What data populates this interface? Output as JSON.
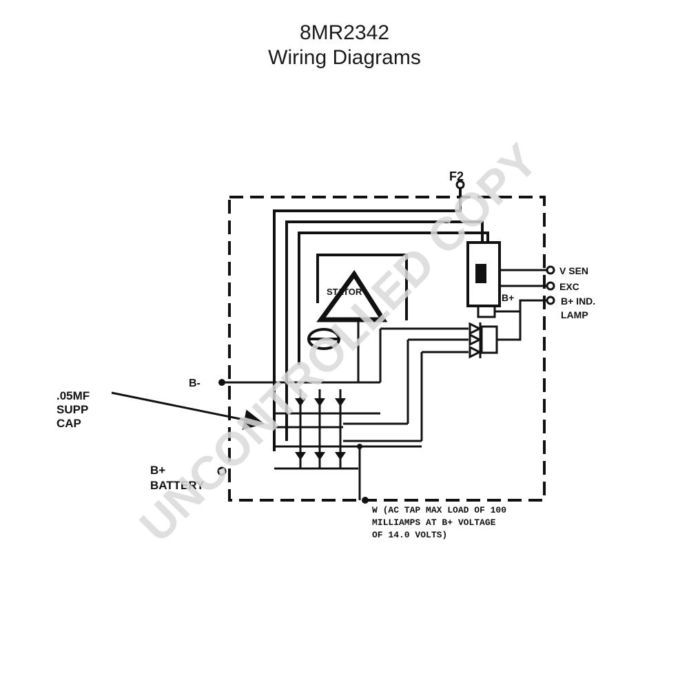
{
  "header": {
    "part_number": "8MR2342",
    "subtitle": "Wiring Diagrams"
  },
  "labels": {
    "f2": "F2",
    "v_sen": "V SEN",
    "exc": "EXC",
    "b_plus_right": "B+",
    "b_plus_ind": "B+ IND.",
    "lamp": "LAMP",
    "stator": "STATOR",
    "b_minus": "B-",
    "cap_value": ".05MF",
    "cap_supp": "SUPP",
    "cap_cap": "CAP",
    "battery_b_plus": "B+",
    "battery": "BATTERY",
    "w_note_1": "W (AC TAP MAX LOAD OF 100",
    "w_note_2": "MILLIAMPS AT B+ VOLTAGE",
    "w_note_3": "OF 14.0 VOLTS)"
  },
  "watermark": {
    "text": "UNCONTROLLED COPY",
    "color": "#d9d9d9"
  },
  "colors": {
    "ink": "#111111",
    "background": "#ffffff"
  }
}
